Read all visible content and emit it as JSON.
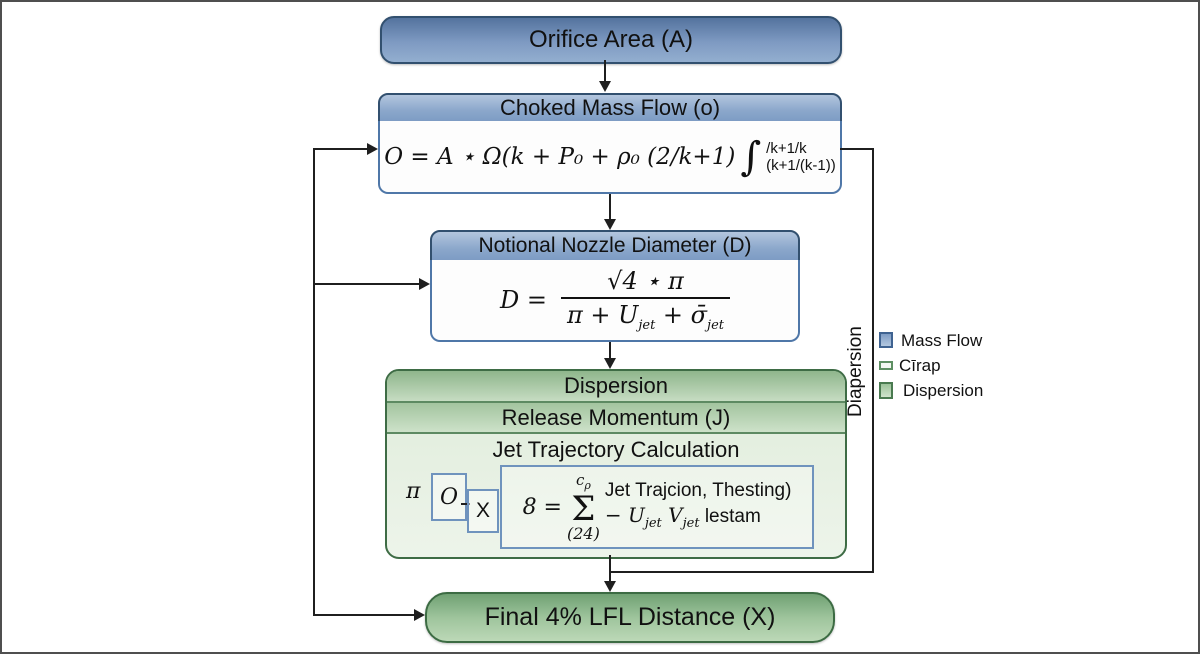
{
  "flow": {
    "orifice": {
      "label": "Orifice Area (A)"
    },
    "choked": {
      "title": "Choked Mass Flow (o)",
      "formula_main": "O = A ⋆ Ω(k + P₀ + ρ₀ (2/k+1)",
      "formula_integral": "∫",
      "formula_sup": "/k+1/k",
      "formula_sub": "(k+1/(k-1))"
    },
    "nozzle": {
      "title": "Notional Nozzle Diameter (D)",
      "lhs": "D =",
      "numerator": "√4 ⋆ π",
      "den_a": "π + U",
      "den_a_sub": "jet",
      "den_b": " + σ̄",
      "den_b_sub": "jet"
    },
    "dispersion": {
      "title": "Dispersion",
      "subtitle": "Release Momentum (J)",
      "body_title": "Jet Trajectory Calculation",
      "pi": "π",
      "o_box": "O",
      "x_box": "X",
      "sum_lhs": "8 =",
      "sum_symbol": "Σ",
      "sum_upper": "c",
      "sum_upper_sub": "ρ",
      "sum_lower": "(24)",
      "line1": "Jet Trajcion, Thesting)",
      "line2_a": "− U",
      "line2_a_sub": "jet",
      "line2_b": " V",
      "line2_b_sub": "jet",
      "line2_c": " lestam"
    },
    "final": {
      "label": "Final 4% LFL Distance (X)"
    }
  },
  "legend": {
    "side_label": "Diapersion",
    "items": [
      {
        "label": "Mass Flow"
      },
      {
        "label": "Cīrap"
      },
      {
        "label": "Dispersion"
      }
    ]
  },
  "colors": {
    "blue_border": "#32506f",
    "blue_fill": "#7e9ac2",
    "green_border": "#3e6c45",
    "green_fill": "#9ec49c",
    "line": "#1f1f1f"
  }
}
